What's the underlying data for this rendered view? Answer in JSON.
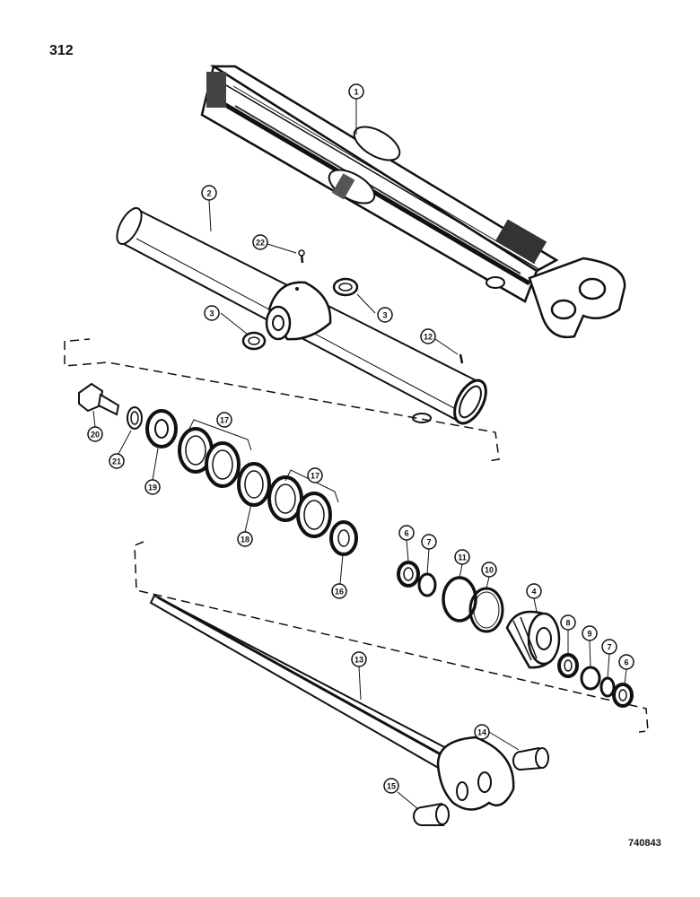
{
  "page": {
    "number": "312",
    "drawing_code": "740843"
  },
  "callouts": [
    {
      "id": "c1",
      "label": "1"
    },
    {
      "id": "c2",
      "label": "2"
    },
    {
      "id": "c3a",
      "label": "3"
    },
    {
      "id": "c3b",
      "label": "3"
    },
    {
      "id": "c4",
      "label": "4"
    },
    {
      "id": "c6a",
      "label": "6"
    },
    {
      "id": "c6b",
      "label": "6"
    },
    {
      "id": "c7a",
      "label": "7"
    },
    {
      "id": "c7b",
      "label": "7"
    },
    {
      "id": "c8",
      "label": "8"
    },
    {
      "id": "c9",
      "label": "9"
    },
    {
      "id": "c10",
      "label": "10"
    },
    {
      "id": "c11",
      "label": "11"
    },
    {
      "id": "c12",
      "label": "12"
    },
    {
      "id": "c13",
      "label": "13"
    },
    {
      "id": "c14",
      "label": "14"
    },
    {
      "id": "c15",
      "label": "15"
    },
    {
      "id": "c16",
      "label": "16"
    },
    {
      "id": "c17a",
      "label": "17"
    },
    {
      "id": "c17b",
      "label": "17"
    },
    {
      "id": "c18",
      "label": "18"
    },
    {
      "id": "c19",
      "label": "19"
    },
    {
      "id": "c20",
      "label": "20"
    },
    {
      "id": "c21",
      "label": "21"
    },
    {
      "id": "c22",
      "label": "22"
    }
  ]
}
